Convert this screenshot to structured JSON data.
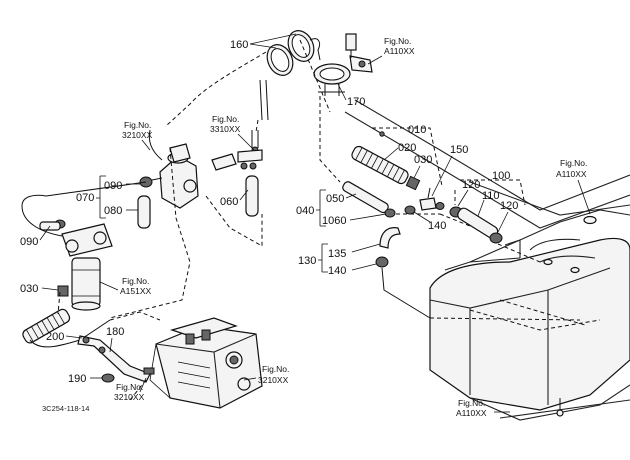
{
  "callouts": {
    "c160": "160",
    "c170": "170",
    "c010": "010",
    "c020": "020",
    "c030a": "030",
    "c150": "150",
    "c100": "100",
    "c120a": "120",
    "c110": "110",
    "c120b": "120",
    "c040": "040",
    "c050": "050",
    "c060a": "1060",
    "c140a": "140",
    "c130": "130",
    "c135": "135",
    "c140b": "140",
    "c060b": "060",
    "c090a": "090",
    "c070": "070",
    "c080": "080",
    "c090b": "090",
    "c030b": "030",
    "c200": "200",
    "c180": "180",
    "c190": "190"
  },
  "fig_refs": {
    "r1_title": "Fig.No.",
    "r1_num": "A110XX",
    "r2_title": "Fig.No.",
    "r2_num": "3310XX",
    "r3_title": "Fig.No.",
    "r3_num": "3210XX",
    "r4_title": "Fig.No.",
    "r4_num": "A110XX",
    "r5_title": "Fig.No.",
    "r5_num": "A151XX",
    "r6_title": "Fig.No.",
    "r6_num": "3210XX",
    "r7_title": "Fig.No.",
    "r7_num": "3210XX",
    "r8_title": "Fig.No.",
    "r8_num": "A110XX"
  },
  "drawing_code": "3C254-118-14"
}
